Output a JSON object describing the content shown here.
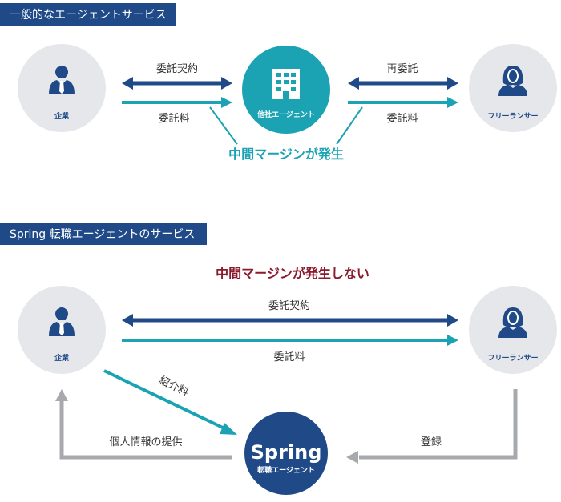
{
  "sections": [
    {
      "title": "一般的なエージェントサービス",
      "nodes": {
        "company": "企業",
        "agency": "他社エージェント",
        "freelancer": "フリーランサー"
      },
      "labels": {
        "left_top": "委託契約",
        "left_bottom": "委託料",
        "right_top": "再委託",
        "right_bottom": "委託料"
      },
      "note": "中間マージンが発生"
    },
    {
      "title": "Spring 転職エージェントのサービス",
      "note": "中間マージンが発生しない",
      "nodes": {
        "company": "企業",
        "freelancer": "フリーランサー",
        "spring_name": "Spring",
        "spring_sub": "転職エージェント"
      },
      "labels": {
        "top": "委託契約",
        "bottom": "委託料",
        "intro_fee": "紹介料",
        "info": "個人情報の提供",
        "register": "登録"
      }
    }
  ],
  "colors": {
    "navy": "#1f4a87",
    "teal": "#1ba3b4",
    "gray_circle": "#e6e7ea",
    "gray_arrow": "#a7a9ad",
    "margin_red": "#8b1a2b"
  },
  "icons": [
    "businessman-icon",
    "building-icon",
    "woman-icon"
  ]
}
